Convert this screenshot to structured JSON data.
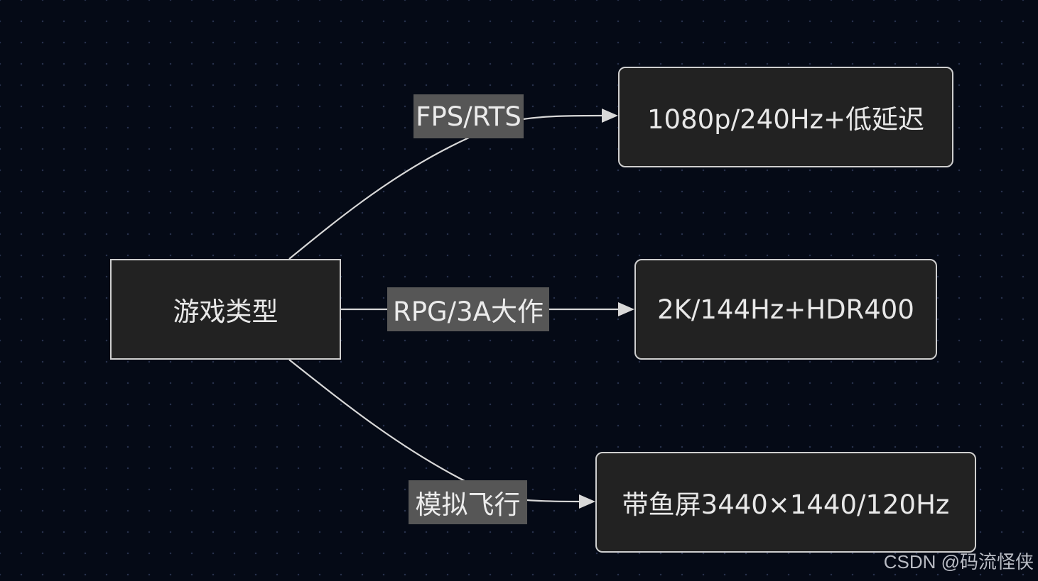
{
  "diagram": {
    "root": {
      "label": "游戏类型"
    },
    "edges": [
      {
        "label": "FPS/RTS",
        "target": "1080p/240Hz+低延迟"
      },
      {
        "label": "RPG/3A大作",
        "target": "2K/144Hz+HDR400"
      },
      {
        "label": "模拟飞行",
        "target": "带鱼屏3440×1440/120Hz"
      }
    ]
  },
  "watermark": "CSDN @码流怪侠",
  "colors": {
    "background": "#050a16",
    "node_fill": "#222222",
    "node_border": "#cfcfcf",
    "label_fill": "#565656",
    "edge": "#d8d8d8"
  }
}
